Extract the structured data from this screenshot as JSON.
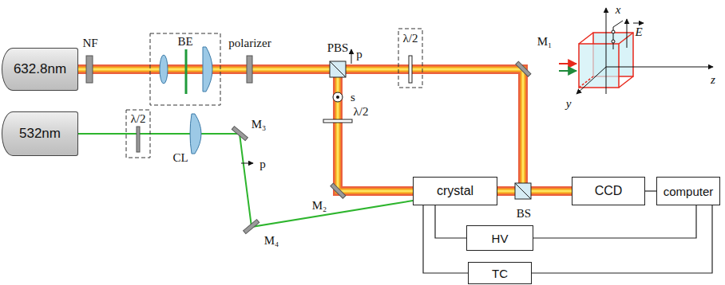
{
  "diagram": {
    "nodes": [
      {
        "text": [
          "632.8nm"
        ]
      },
      {
        "text": [
          "532nm"
        ]
      },
      {
        "text": [
          "crystal"
        ]
      },
      {
        "text": [
          "CCD"
        ]
      },
      {
        "text": [
          "computer"
        ]
      },
      {
        "text": [
          "HV"
        ]
      },
      {
        "text": [
          "TC"
        ]
      }
    ],
    "edges": [
      {
        "from": 2,
        "to": 5,
        "arrow": "none"
      },
      {
        "from": 2,
        "to": 6,
        "arrow": "none"
      },
      {
        "from": 3,
        "to": 4,
        "arrow": "none"
      },
      {
        "from": 5,
        "to": 4,
        "arrow": "none"
      },
      {
        "from": 6,
        "to": 4,
        "arrow": "none"
      }
    ],
    "labels": [
      "NF",
      "BE",
      "polarizer",
      "PBS",
      "p",
      "λ/2",
      "M₁",
      "s",
      "λ/2",
      "M₂",
      "λ/2",
      "CL",
      "M₃",
      "p",
      "M₄",
      "BS",
      "x",
      "y",
      "z",
      "E"
    ]
  }
}
